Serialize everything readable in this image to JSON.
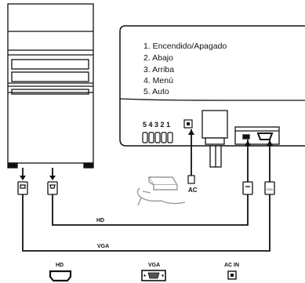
{
  "monitor": {
    "legend": [
      "1. Encendido/Apagado",
      "2. Abajo",
      "3. Arriba",
      "4. Menú",
      "5. Auto"
    ],
    "button_numbers": "5 4 3 2 1"
  },
  "cables": {
    "ac_label": "AC",
    "hd_label": "HD",
    "vga_label": "VGA",
    "port_vga_small": "VGA"
  },
  "footer": {
    "hd": "HD",
    "vga": "VGA",
    "ac_in": "AC IN"
  }
}
